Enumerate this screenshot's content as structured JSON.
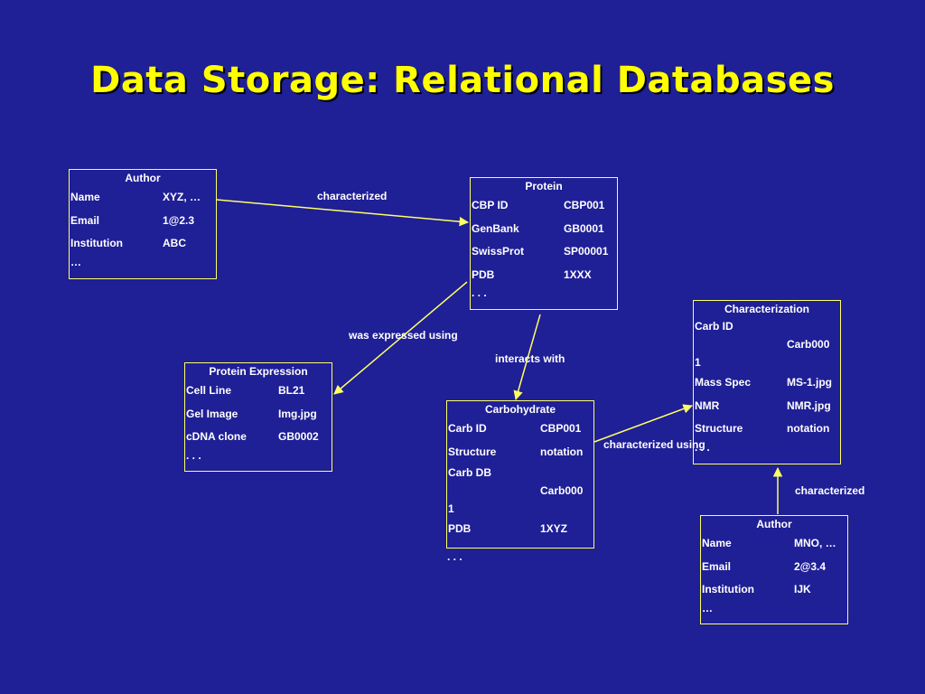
{
  "title": "Data Storage: Relational Databases",
  "colors": {
    "background": "#1f1f96",
    "title": "#ffff00",
    "line": "#ffff66",
    "text": "#ffffff"
  },
  "author1": {
    "header": "Author",
    "rows": [
      {
        "k": "Name",
        "v": "XYZ, …"
      },
      {
        "k": "Email",
        "v": "1@2.3"
      },
      {
        "k": "Institution",
        "v": "ABC"
      }
    ],
    "more": "…"
  },
  "protein": {
    "header": "Protein",
    "rows": [
      {
        "k": "CBP ID",
        "v": "CBP001"
      },
      {
        "k": "GenBank",
        "v": "GB0001"
      },
      {
        "k": "SwissProt",
        "v": "SP00001"
      },
      {
        "k": "PDB",
        "v": "1XXX"
      }
    ],
    "more": ". . ."
  },
  "protein_expression": {
    "header": "Protein Expression",
    "rows": [
      {
        "k": "Cell Line",
        "v": "BL21"
      },
      {
        "k": "Gel Image",
        "v": "Img.jpg"
      },
      {
        "k": "cDNA clone",
        "v": "GB0002"
      }
    ],
    "more": ". . ."
  },
  "carbohydrate": {
    "header": "Carbohydrate",
    "rows": [
      {
        "k": "Carb  ID",
        "v": "CBP001"
      },
      {
        "k": "Structure",
        "v": "notation"
      }
    ],
    "wrap_row": {
      "k": "Carb DB",
      "v1": "Carb000",
      "v2": "1"
    },
    "rows2": [
      {
        "k": "PDB",
        "v": "1XYZ"
      }
    ],
    "more": ". . ."
  },
  "characterization": {
    "header": "Characterization",
    "wrap_row": {
      "k": "Carb ID",
      "v1": "Carb000",
      "v2": "1"
    },
    "rows": [
      {
        "k": "Mass Spec",
        "v": "MS-1.jpg"
      },
      {
        "k": "NMR",
        "v": "NMR.jpg"
      },
      {
        "k": "Structure",
        "v": "notation"
      }
    ],
    "more": ". . ."
  },
  "author2": {
    "header": "Author",
    "rows": [
      {
        "k": "Name",
        "v": "MNO, …"
      },
      {
        "k": "Email",
        "v": "2@3.4"
      },
      {
        "k": "Institution",
        "v": "IJK"
      }
    ],
    "more": "…"
  },
  "edges": {
    "author_protein": "characterized",
    "protein_expression": "was expressed using",
    "protein_carb": "interacts with",
    "carb_char": "characterized using",
    "author_char": "characterized"
  }
}
